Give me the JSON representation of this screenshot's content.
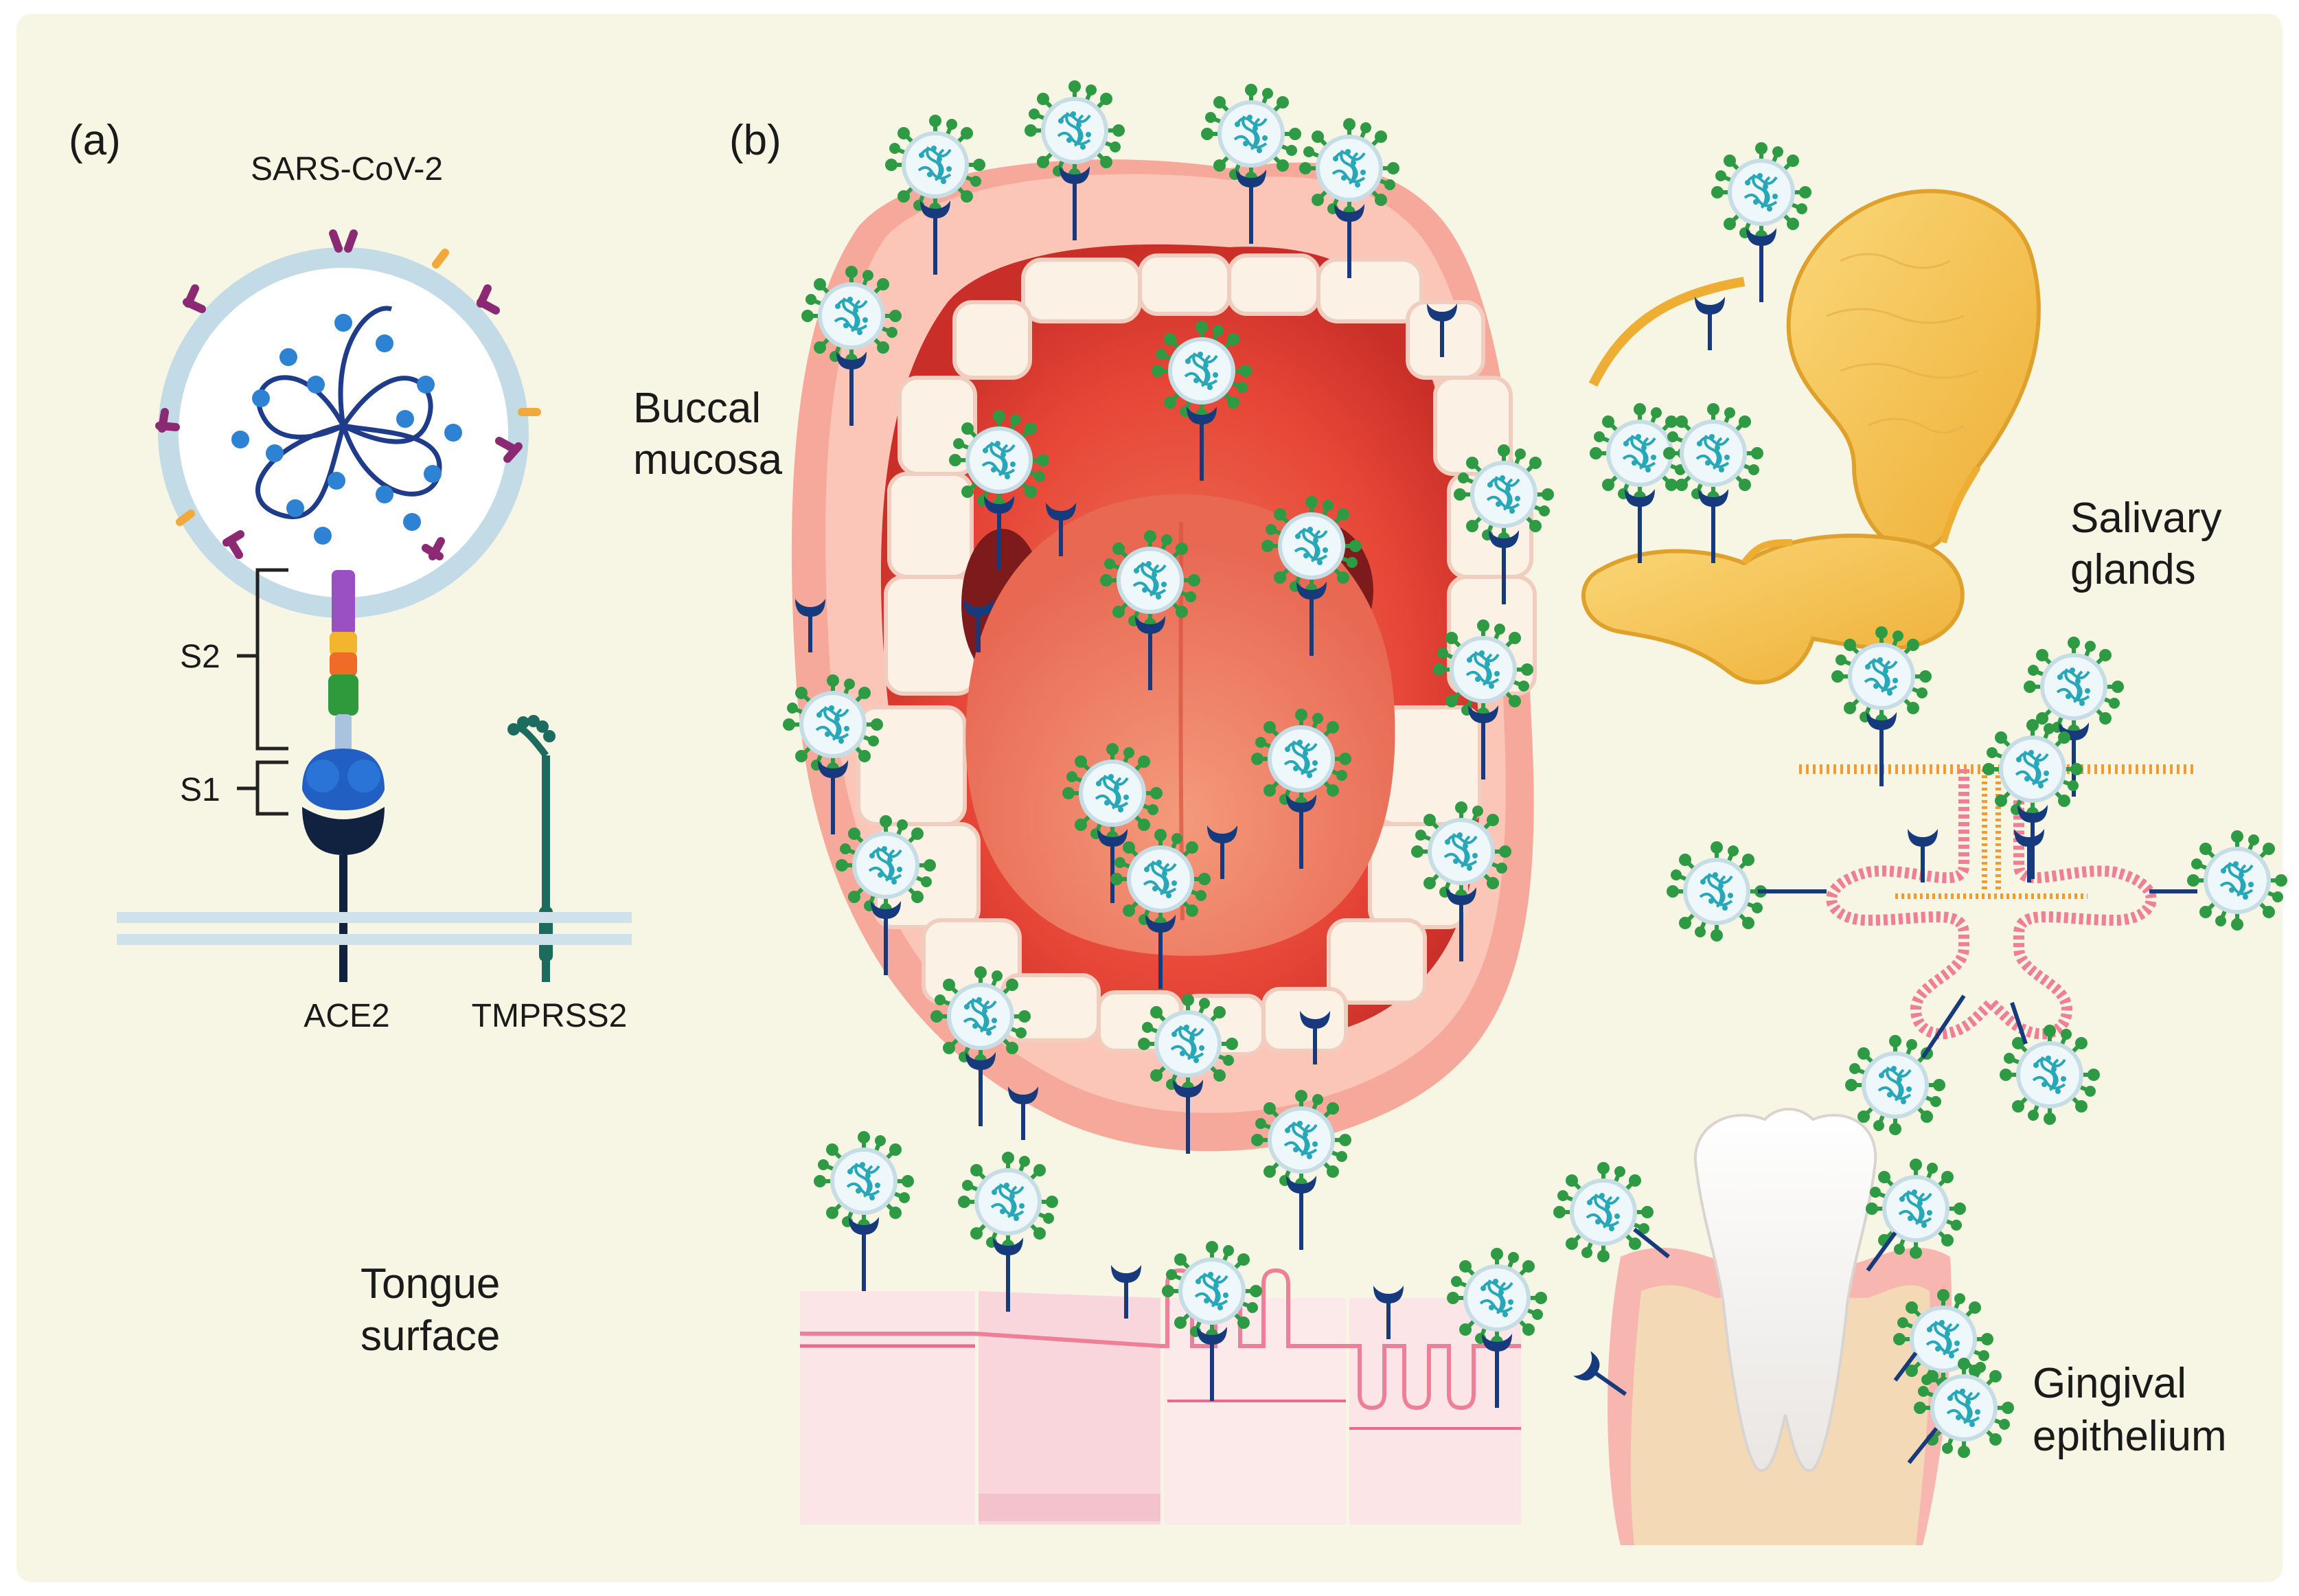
{
  "panel_a": {
    "label": "(a)",
    "virus": "SARS-CoV-2",
    "s2": "S2",
    "s1": "S1",
    "ace2": "ACE2",
    "tmprss2": "TMPRSS2"
  },
  "panel_b": {
    "label": "(b)",
    "buccal_1": "Buccal",
    "buccal_2": "mucosa",
    "salivary_1": "Salivary",
    "salivary_2": "glands",
    "tongue_1": "Tongue",
    "tongue_2": "surface",
    "gingival_1": "Gingival",
    "gingival_2": "epithelium"
  },
  "colors": {
    "background": "#f7f6e4",
    "lip": "#f6a99a",
    "mouth_interior": "#e8473a",
    "tooth": "#fbf1e4",
    "gland": "#f4c44e",
    "receptor": "#163a7c",
    "virus_spike": "#2e9a44",
    "virus_rna": "#27a7b8",
    "membrane_orange": "#f39a2e",
    "membrane_pink": "#ee7f97"
  }
}
